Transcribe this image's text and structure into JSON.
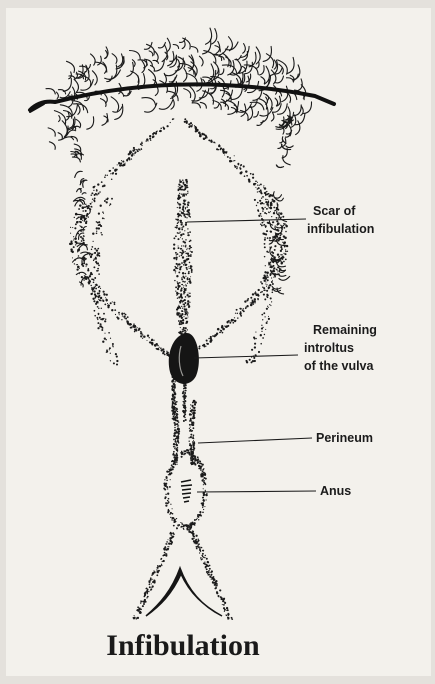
{
  "labels": {
    "scar_line1": "Scar of",
    "scar_line2": "infibulation",
    "introitus_line1": "Remaining",
    "introitus_line2": "introltus",
    "introitus_line3": "of the vulva",
    "perineum": "Perineum",
    "anus": "Anus"
  },
  "title": "Infibulation",
  "colors": {
    "ink": "#1b1b1b",
    "paper": "#f3f1ec",
    "background": "#e4e1dc"
  }
}
